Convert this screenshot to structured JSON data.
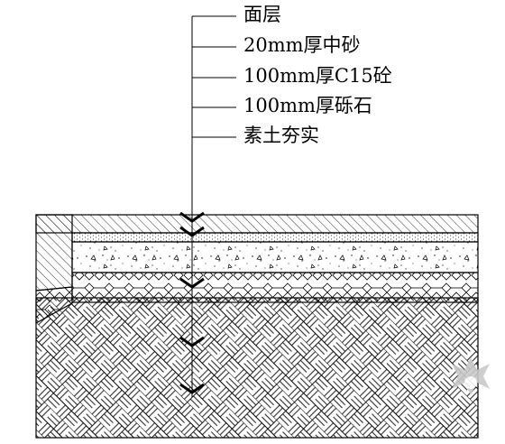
{
  "diagram": {
    "labels": [
      "面层",
      "20mm厚中砂",
      "100mm厚C15砼",
      "100mm厚砾石",
      "素土夯实"
    ]
  },
  "colors": {
    "line": "#000000",
    "background": "#ffffff",
    "watermark": "#c9c9c9"
  }
}
